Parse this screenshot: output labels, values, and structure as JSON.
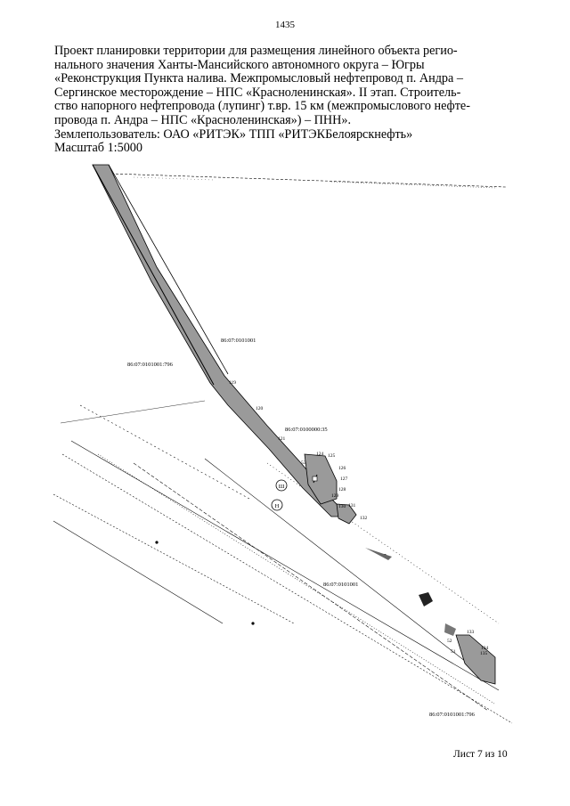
{
  "page_number": "1435",
  "header": {
    "lines": [
      "Проект планировки  территории для размещения линейного объекта регио-",
      "нального значения Ханты-Мансийского автономного округа – Югры",
      "«Реконструкция Пункта налива. Межпромысловый нефтепровод п. Андра –",
      "Сергинское месторождение – НПС «Красноленинская». II этап. Строитель-",
      "ство напорного нефтепровода (лупинг) т.вр. 15 км (межпромыслового нефте-",
      "провода п. Андра – НПС «Красноленинская») – ПНН»."
    ],
    "land_user": "Землепользователь: ОАО «РИТЭК» ТПП «РИТЭКБелоярскнефть»",
    "scale": "Масштаб 1:5000"
  },
  "map": {
    "parcels": [
      "86:07:0101001",
      "86:07:0101001:796",
      "86:07:0100000:35",
      "86:07:0101001",
      "86:07:0101001:796"
    ],
    "points": [
      "119",
      "120",
      "121",
      "124",
      "125",
      "126",
      "127",
      "128",
      "129",
      "130",
      "131",
      "132",
      "133",
      "134",
      "135",
      "52",
      "51",
      "53"
    ],
    "circles": [
      "Ш",
      "Н"
    ],
    "colors": {
      "corridor_fill": "#9a9a9a",
      "lines": "#000000"
    }
  },
  "footer": {
    "sheet": "Лист 7 из 10"
  }
}
